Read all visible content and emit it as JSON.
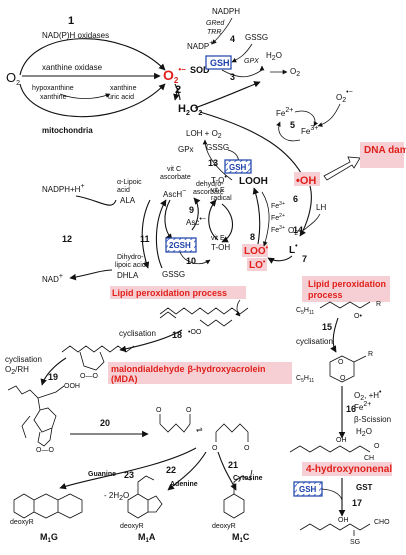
{
  "numbers": [
    "1",
    "2",
    "3",
    "4",
    "5",
    "6",
    "7",
    "8",
    "9",
    "10",
    "11",
    "12",
    "13",
    "14",
    "15",
    "16",
    "17",
    "18",
    "19",
    "20",
    "21",
    "22",
    "23"
  ],
  "top": {
    "nadph_oxidases": "NAD(P)H oxidases",
    "o2": "O",
    "o2_sub": "2",
    "xanthine_oxidase": "xanthine oxidase",
    "hypoxanthine": "hypoxanthine",
    "xanthine": "xanthine",
    "xanthine2": "xanthine",
    "uric_acid": "uric acid",
    "mitochondria": "mitochondria",
    "superoxide": "O",
    "superoxide_sub": "2",
    "superoxide_sup": "•−",
    "sod": "SOD",
    "h2o2": "H",
    "h2o2_sub1": "2",
    "h2o2_o": "O",
    "h2o2_sub2": "2",
    "nadph": "NADPH",
    "gred": "GRed",
    "trr": "TRR",
    "nadp": "NADP",
    "nadp_sup": "+",
    "gssg_top": "GSSG",
    "gsh_box": "GSH",
    "gpx_top": "GPX",
    "h2o_top": "H",
    "o2_right": "O",
    "fe2": "Fe",
    "fe2_sup": "2+",
    "fe3": "Fe",
    "fe3_sup": "3+",
    "o2_radical": "O",
    "oh": "•OH",
    "dna_damage": "DNA damage"
  },
  "middle": {
    "loh": "LOH + O",
    "gssg_mid": "GSSG",
    "gpx_mid": "GPx",
    "gsh_box": "GSH",
    "looh": "LOOH",
    "lh": "LH",
    "l_radical": "L",
    "loo": "LOO",
    "lo": "LO",
    "lipid_perox": "Lipid peroxidation process",
    "lipid_perox2": "Lipid peroxidation process",
    "vit_c": "vit C",
    "ascorbate": "ascorbate",
    "asch": "AscH",
    "dehydro": "dehydro-",
    "dehydro2": "ascorbate",
    "asc": "Asc",
    "t_o": "T-O",
    "vit_e_radical": "vit E",
    "radical": "radical",
    "vit_e": "vit E",
    "t_oh": "T-OH",
    "lipoic": "α-Lipoic",
    "acid": "acid",
    "ala": "ALA",
    "dihydro": "Dihydro-",
    "lipoic_acid": "lipoic acid",
    "dhla": "DHLA",
    "gssg_low": "GSSG",
    "gsh2_box": "2GSH",
    "nadph_h": "NADPH+H",
    "nad": "NAD",
    "fe3_14a": "Fe",
    "fe2_14": "Fe",
    "fe3_14b": "Fe",
    "o2_mid": "O"
  },
  "bottom": {
    "cyclisation_18": "cyclisation",
    "cyclisation_19": "cyclisation",
    "o2_rh": "O",
    "cyclisation_15": "cyclisation",
    "c5h11_a": "C",
    "c5h11_b": "C",
    "mda": "malondialdehyde",
    "mda_abbr": "(MDA)",
    "beta_hydroxy": "β-hydroxyacrolein",
    "o2_h": "O",
    "fe2_16": "Fe",
    "beta_scission": "β-Scission",
    "h2o_16": "H",
    "hne": "4-hydroxynonenal",
    "guanine": "Guanine",
    "adenine": "Adenine",
    "cytosine": "Cytosine",
    "minus_h2o": "- 2H",
    "deoxyr1": "deoxyR",
    "deoxyr2": "deoxyR",
    "deoxyr3": "deoxyR",
    "m1g": "M",
    "m1a": "M",
    "m1c": "M",
    "gst": "GST",
    "gsh_box": "GSH",
    "sg": "SG",
    "ooh": "OOH",
    "oh_hne": "OH",
    "oh_gst": "OH",
    "cho": "O",
    "r_label": "R",
    "ch": "CH"
  }
}
